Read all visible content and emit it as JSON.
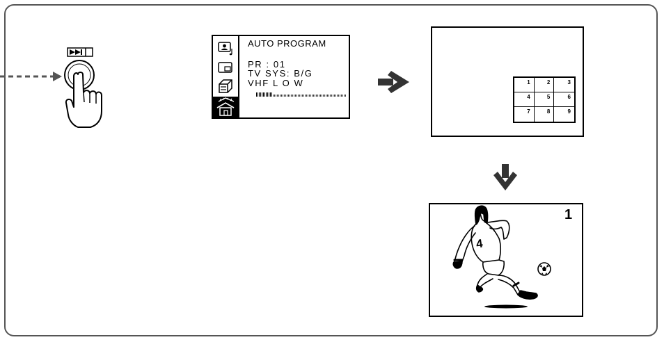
{
  "remote_button": {
    "label_icon": "fast-forward-icon",
    "hand_icon": "pressing-hand-icon"
  },
  "osd_menu": {
    "icons": [
      "picture-sound-icon",
      "screen-icon",
      "features-icon",
      "preset-house-icon"
    ],
    "selected_index": 3,
    "title": "AUTO PROGRAM",
    "program_line": "PR : 01",
    "system_line": "TV SYS:  B/G",
    "band_line": "VHF L O W",
    "progress_fraction": 0.18
  },
  "index_screen": {
    "cells": [
      "1",
      "2",
      "3",
      "4",
      "5",
      "6",
      "7",
      "8",
      "9"
    ]
  },
  "channel_screen": {
    "channel_number": "1",
    "player_jersey": "4",
    "picture_icon": "soccer-player-kicking-ball"
  },
  "arrows": {
    "right_arrow": "right-arrow-icon",
    "down_arrow": "down-arrow-icon"
  },
  "colors": {
    "frame": "#555555",
    "ink": "#000000",
    "dashed_line": "#555555"
  }
}
